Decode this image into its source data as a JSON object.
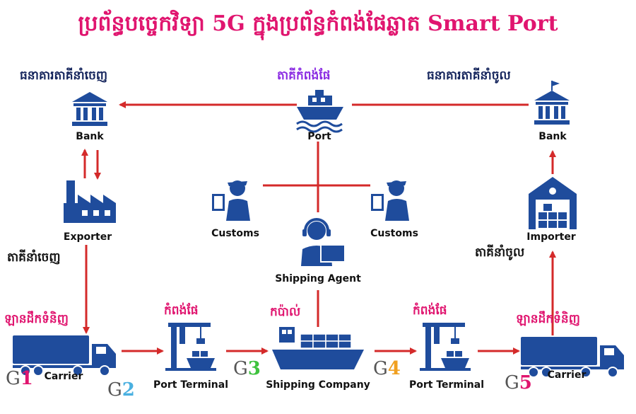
{
  "title": "ប្រព័ន្ធបច្ចេកវិទ្យា 5G ក្នុងប្រព័ន្ធកំពង់ផែឆ្លាត Smart Port",
  "colors": {
    "title": "#e0156f",
    "icon": "#1f4c9c",
    "arrow": "#d42a2a",
    "navy_text": "#13235b",
    "purple_text": "#8a2be2",
    "pink_text": "#e0156f"
  },
  "nodes": {
    "bank_left": {
      "label": "Bank",
      "km": "ធនាគារតាគីនាំចេញ",
      "icon": "bank-icon"
    },
    "port": {
      "label": "Port",
      "km": "តាគីកំពង់ផែ",
      "icon": "ship-icon"
    },
    "bank_right": {
      "label": "Bank",
      "km": "ធនាគារតាគីនាំចូល",
      "icon": "bank-icon"
    },
    "exporter": {
      "label": "Exporter",
      "km": "តាគីនាំចេញ",
      "icon": "factory-icon"
    },
    "customs_left": {
      "label": "Customs",
      "icon": "customs-officer-icon"
    },
    "customs_right": {
      "label": "Customs",
      "icon": "customs-officer-icon"
    },
    "shipping_agent": {
      "label": "Shipping Agent",
      "icon": "agent-headset-icon"
    },
    "importer": {
      "label": "Importer",
      "km": "តាគីនាំចូល",
      "icon": "warehouse-icon"
    },
    "carrier_left": {
      "label": "Carrier",
      "km": "ឡានដឹកទំនិញ",
      "icon": "truck-icon",
      "g": "G",
      "g_num": "1",
      "g_color": "#e0156f"
    },
    "terminal_left": {
      "label": "Port Terminal",
      "km": "កំពង់ផែ",
      "icon": "port-crane-icon",
      "g": "G",
      "g_num": "2",
      "g_color": "#4ab0e0"
    },
    "shipping_company": {
      "label": "Shipping Company",
      "km": "កប៉ាល់",
      "icon": "cargo-ship-icon",
      "g": "G",
      "g_num": "3",
      "g_color": "#3ec23e"
    },
    "terminal_right": {
      "label": "Port Terminal",
      "km": "កំពង់ផែ",
      "icon": "port-crane-icon",
      "g": "G",
      "g_num": "4",
      "g_color": "#f0a020"
    },
    "carrier_right": {
      "label": "Carrier",
      "km": "ឡានដឹកទំនិញ",
      "icon": "truck-icon",
      "g": "G",
      "g_num": "5",
      "g_color": "#e0156f"
    }
  }
}
